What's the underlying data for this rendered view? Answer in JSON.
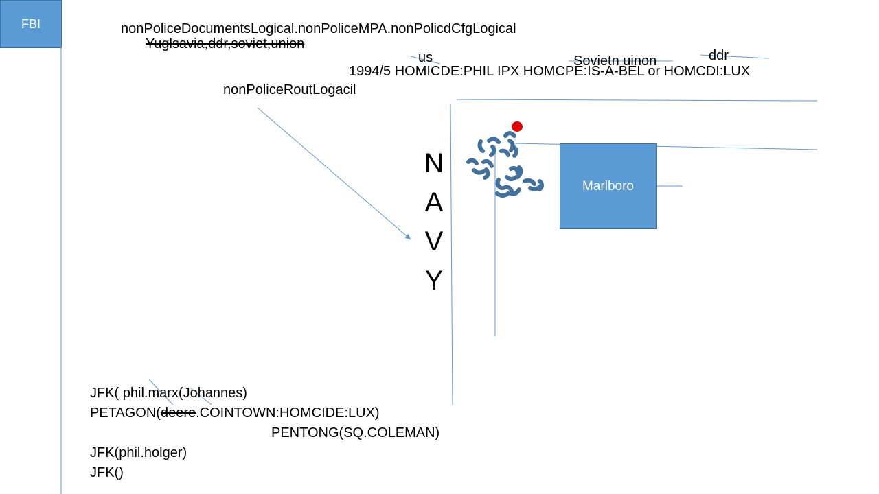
{
  "fbi_label": "FBI",
  "header": {
    "line1": "nonPoliceDocumentsLogical.nonPoliceMPA.nonPolicdCfgLogical",
    "line2_struck": "Yuglsavia,ddr,soviet,union"
  },
  "labels": {
    "us": "us",
    "sovietn": "Sovietn uinon",
    "ddr": "ddr",
    "homicide_line": "1994/5 HOMICDE:PHIL  IPX   HOMCPE:IS-A-BEL or HOMCDI:LUX",
    "route": "nonPoliceRoutLogacil"
  },
  "navy_letters": [
    "N",
    "A",
    "V",
    "Y"
  ],
  "marlboro_label": "Marlboro",
  "bottom": {
    "jfk1": "JFK( phil.marx(Johannes)",
    "petagon_prefix": "PETAGON(",
    "petagon_struck": "deere",
    "petagon_suffix": ".COINTOWN:HOMCIDE:LUX)",
    "pentong": "PENTONG(SQ.COLEMAN)",
    "jfk2": "JFK(phil.holger)",
    "jfk3": "JFK()"
  },
  "colors": {
    "box_fill": "#5b9bd5",
    "box_border": "#41719c",
    "line": "#5b9bd5",
    "dot": "#e00000",
    "scribble": "#41719c"
  }
}
